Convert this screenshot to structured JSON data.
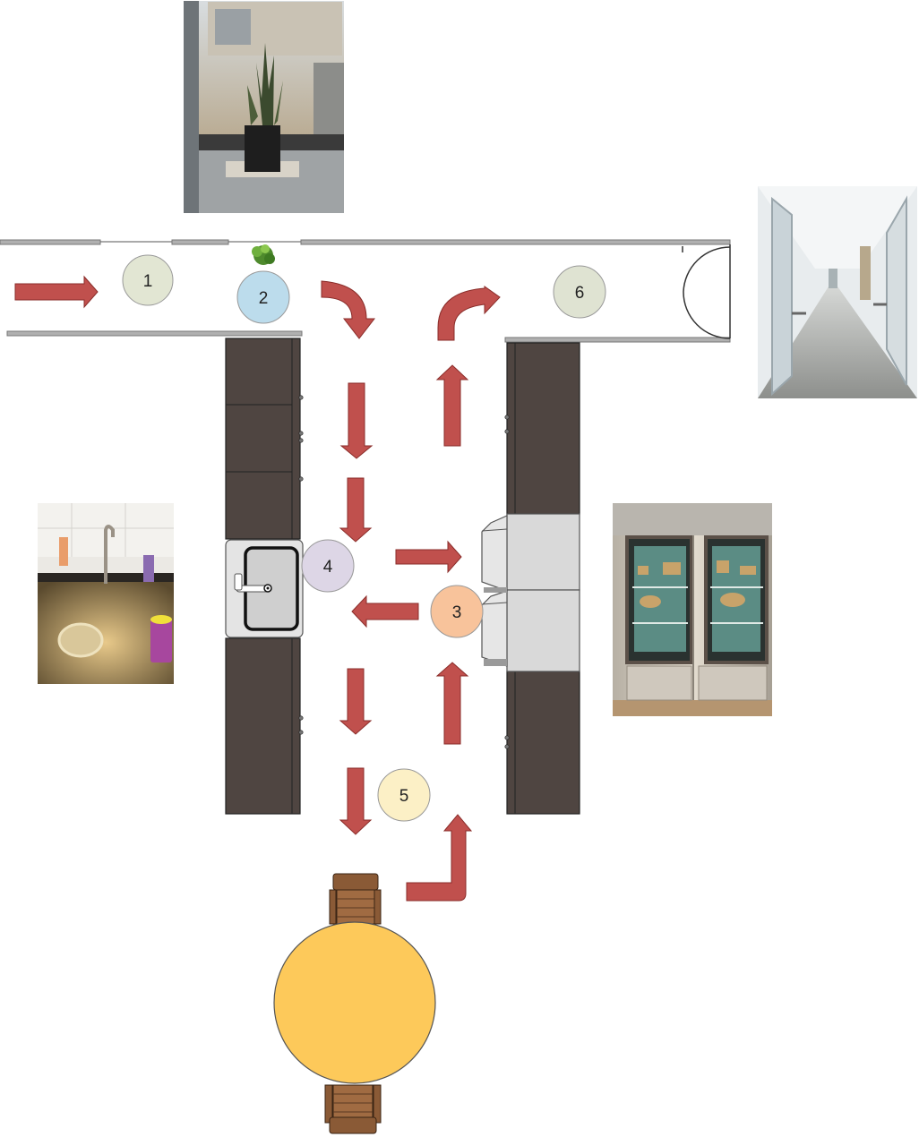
{
  "markers": [
    {
      "id": "1",
      "label": "1",
      "fill": "#e2e6d3"
    },
    {
      "id": "2",
      "label": "2",
      "fill": "#bcdcec"
    },
    {
      "id": "3",
      "label": "3",
      "fill": "#f8c39b"
    },
    {
      "id": "4",
      "label": "4",
      "fill": "#ddd6e6"
    },
    {
      "id": "5",
      "label": "5",
      "fill": "#fcf0c6"
    },
    {
      "id": "6",
      "label": "6",
      "fill": "#dfe3d2"
    }
  ],
  "photos": [
    {
      "id": "plant",
      "subject": "potted-plant-on-windowsill"
    },
    {
      "id": "hallway",
      "subject": "office-hallway-with-doors"
    },
    {
      "id": "sink",
      "subject": "kitchen-sink-with-dishes"
    },
    {
      "id": "fridge",
      "subject": "glass-door-refrigerator"
    }
  ],
  "colors": {
    "arrow": "#c0504d",
    "counter": "#4f4541",
    "wall": "#b0b0b0",
    "table": "#fdc95a",
    "chair": "#8a5a36",
    "appliance": "#d9d9d9"
  }
}
